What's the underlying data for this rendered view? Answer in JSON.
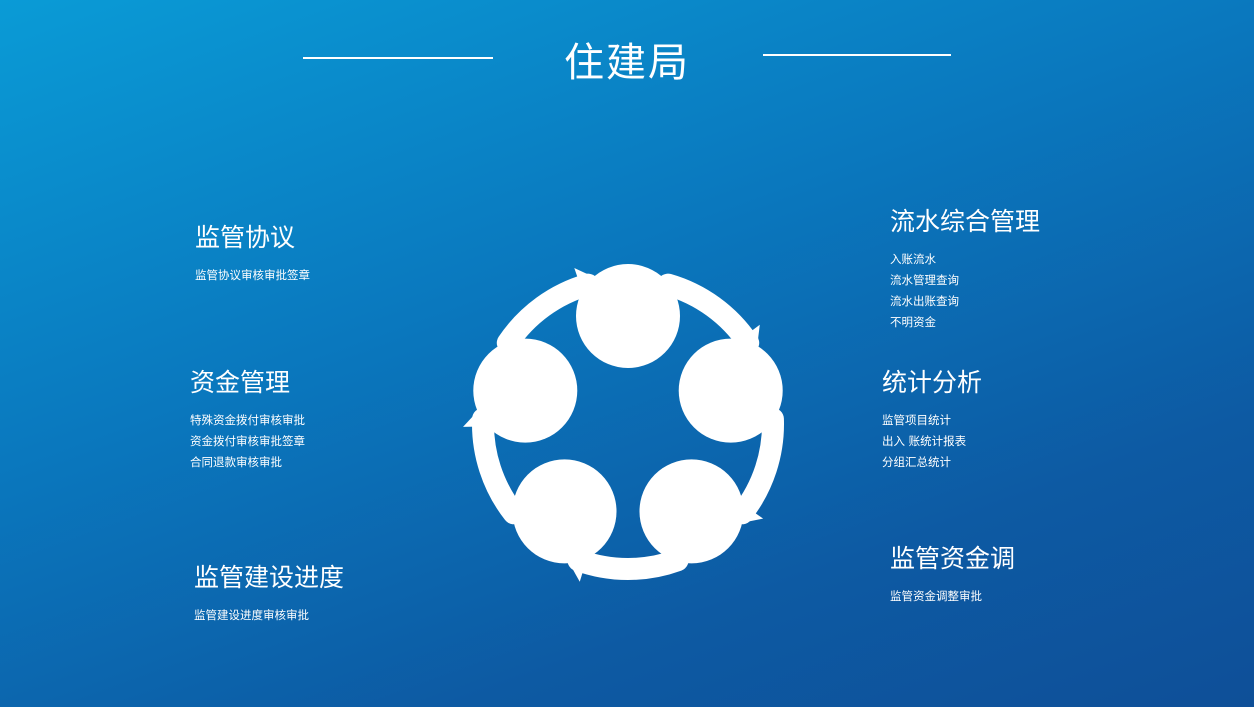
{
  "title": "住建局",
  "sections": {
    "left_top": {
      "heading": "监管协议",
      "items": [
        "监管协议审核审批签章"
      ]
    },
    "left_mid": {
      "heading": "资金管理",
      "items": [
        "特殊资金拨付审核审批",
        "资金拨付审核审批签章",
        "合同退款审核审批"
      ]
    },
    "left_bottom": {
      "heading": "监管建设进度",
      "items": [
        "监管建设进度审核审批"
      ]
    },
    "right_top": {
      "heading": "流水综合管理",
      "items": [
        "入账流水",
        "流水管理查询",
        "流水出账查询",
        "不明资金"
      ]
    },
    "right_mid": {
      "heading": "统计分析",
      "items": [
        "监管项目统计",
        "出入 账统计报表",
        "分组汇总统计"
      ]
    },
    "right_bottom": {
      "heading": "监管资金调",
      "items": [
        "监管资金调整审批"
      ]
    }
  },
  "cycle_diagram": {
    "node_count": 5,
    "color": "#ffffff"
  },
  "colors": {
    "text": "#ffffff",
    "background_start": "#0a9bd6",
    "background_end": "#0e4f98"
  }
}
